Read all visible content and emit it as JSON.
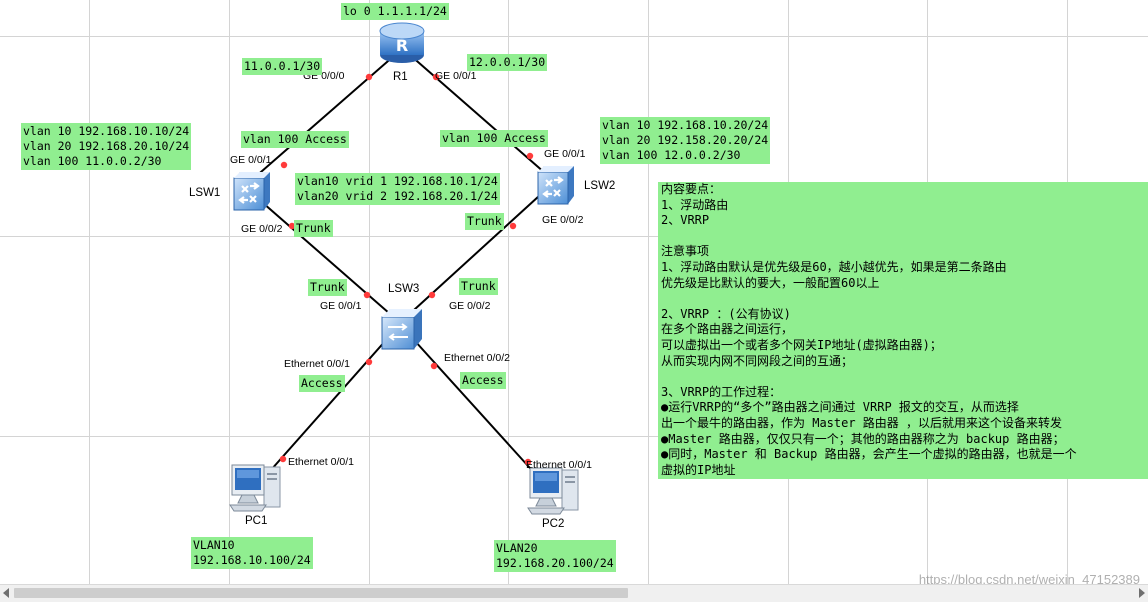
{
  "colors": {
    "note_bg": "#90ee90",
    "link": "#000000",
    "port_dot": "#ff3b3b",
    "grid": "#d4d4d4"
  },
  "devices": {
    "r1": {
      "name": "R1",
      "icon": "router-icon"
    },
    "lsw1": {
      "name": "LSW1",
      "icon": "l3-switch-icon"
    },
    "lsw2": {
      "name": "LSW2",
      "icon": "l3-switch-icon"
    },
    "lsw3": {
      "name": "LSW3",
      "icon": "l2-switch-icon"
    },
    "pc1": {
      "name": "PC1",
      "icon": "pc-icon"
    },
    "pc2": {
      "name": "PC2",
      "icon": "pc-icon"
    }
  },
  "ports": {
    "r1_g000": "GE 0/0/0",
    "r1_g001": "GE 0/0/1",
    "lsw1_g001": "GE 0/0/1",
    "lsw1_g002": "GE 0/0/2",
    "lsw2_g001": "GE 0/0/1",
    "lsw2_g002": "GE 0/0/2",
    "lsw3_g001": "GE 0/0/1",
    "lsw3_g002": "GE 0/0/2",
    "lsw3_e001": "Ethernet 0/0/1",
    "lsw3_e002": "Ethernet 0/0/2",
    "pc1_e001": "Ethernet 0/0/1",
    "pc2_e001": "Ethernet 0/0/1"
  },
  "notes": {
    "r1_lo": "lo 0 1.1.1.1/24",
    "r1_link1": "11.0.0.1/30",
    "r1_link2": "12.0.0.1/30",
    "lsw1_ips": "vlan 10 192.168.10.10/24\nvlan 20 192.168.20.10/24\nvlan 100 11.0.0.2/30",
    "lsw1_uplink": "vlan 100 Access",
    "lsw2_uplink": "vlan 100 Access",
    "lsw2_ips": "vlan 10 192.168.10.20/24\nvlan 20 192.158.20.20/24\nvlan 100 12.0.0.2/30",
    "vrrp": "vlan10 vrid 1 192.168.10.1/24\nvlan20 vrid 2 192.168.20.1/24",
    "trunk_lsw1": "Trunk",
    "trunk_lsw2": "Trunk",
    "trunk_lsw3_left": "Trunk",
    "trunk_lsw3_right": "Trunk",
    "access_left": "Access",
    "access_right": "Access",
    "pc1_info": "VLAN10\n192.168.10.100/24",
    "pc2_info": "VLAN20\n192.168.20.100/24"
  },
  "summary_text": "内容要点：\n1、浮动路由\n2、VRRP\n\n注意事项\n1、浮动路由默认是优先级是60，越小越优先，如果是第二条路由\n优先级是比默认的要大，一般配置60以上\n\n2、VRRP ：(公有协议)\n在多个路由器之间运行，\n可以虚拟出一个或者多个网关IP地址(虚拟路由器)；\n从而实现内网不同网段之间的互通；\n\n3、VRRP的工作过程：\n●运行VRRP的“多个”路由器之间通过 VRRP 报文的交互，从而选择\n出一个最牛的路由器，作为 Master 路由器 ，以后就用来这个设备来转发\n●Master 路由器，仅仅只有一个；其他的路由器称之为 backup 路由器；\n●同时，Master 和 Backup 路由器，会产生一个虚拟的路由器，也就是一个\n虚拟的IP地址",
  "watermark": "https://blog.csdn.net/weixin_47152389"
}
